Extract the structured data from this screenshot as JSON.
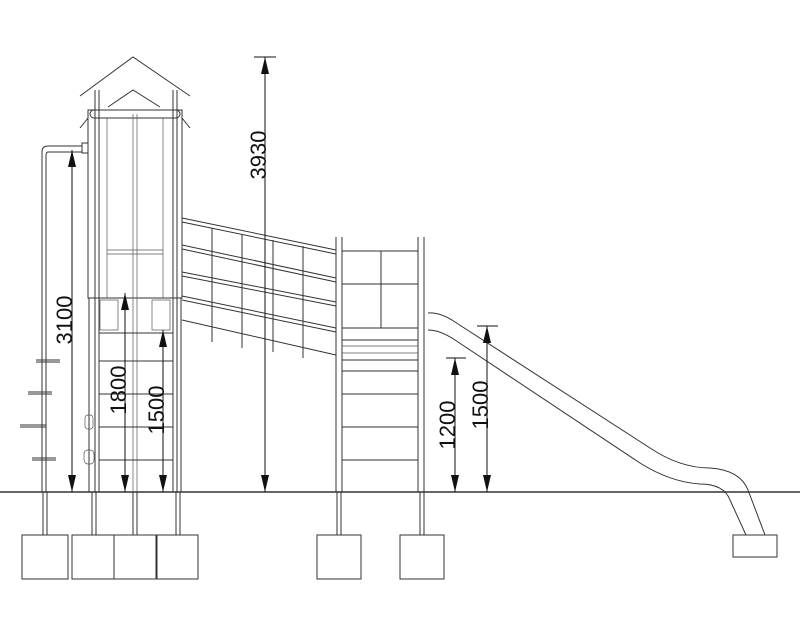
{
  "title": "Playground tower with climbing net and slide - side elevation",
  "dimensions": {
    "total_height": "3930",
    "pole_height": "3100",
    "tower_platform_height": "1800",
    "tower_lower_deck_height": "1500",
    "bridge_platform_height": "1200",
    "slide_start_height": "1500"
  },
  "colors": {
    "line": "#333333",
    "ground": "#666666",
    "background": "#ffffff"
  }
}
